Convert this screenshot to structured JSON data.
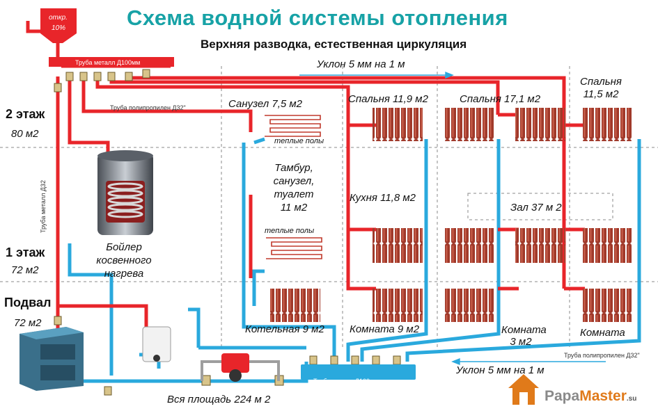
{
  "title": "Схема водной системы отопления",
  "subtitle": "Верхняя разводка, естественная циркуляция",
  "tank": {
    "label": "откр.",
    "percent": "10%"
  },
  "labels": {
    "slope_top": "Уклон 5 мм на 1 м",
    "slope_bottom": "Уклон 5 мм на 1 м",
    "pipe_metal_top": "Труба металл Д100мм",
    "pipe_pp_top": "Труба полипропилен Д32\"",
    "pipe_metal_vertical": "Труба металл Д32",
    "pipe_pp_bottom": "Труба полипропилен Д32\"",
    "pipe_metal_bottom": "Труба металл Д100мм",
    "total_area": "Вся площадь 224 м 2"
  },
  "floors": {
    "floor2": {
      "name": "2 этаж",
      "area": "80 м2"
    },
    "floor1": {
      "name": "1 этаж",
      "area": "72 м2"
    },
    "basement": {
      "name": "Подвал",
      "area": "72 м2"
    }
  },
  "rooms": {
    "sanuzel": "Санузел 7,5 м2",
    "warm_floor_1": "теплые полы",
    "tambur": [
      "Тамбур,",
      "санузел,",
      "туалет",
      "11 м2"
    ],
    "warm_floor_2": "теплые полы",
    "kotelnaya": "Котельная 9 м2",
    "bedroom1": "Спальня 11,9 м2",
    "kitchen": "Кухня 11,8 м2",
    "room9": "Комната 9 м2",
    "bedroom2": "Спальня 17,1 м2",
    "hall": "Зал 37 м 2",
    "room3": [
      "Комната",
      "3 м2"
    ],
    "bedroom3": [
      "Спальня",
      "11,5 м2"
    ],
    "room_right": "Комната"
  },
  "boiler": [
    "Бойлер",
    "косвенного",
    "нагрева"
  ],
  "logo": {
    "part1": "Papa",
    "part2": "Master",
    "suffix": ".su"
  },
  "colors": {
    "hot": "#e8252a",
    "cold": "#2aa9dd",
    "radiator": "#a0392a",
    "title": "#17a2a6",
    "logo_orange": "#e07a1a"
  }
}
